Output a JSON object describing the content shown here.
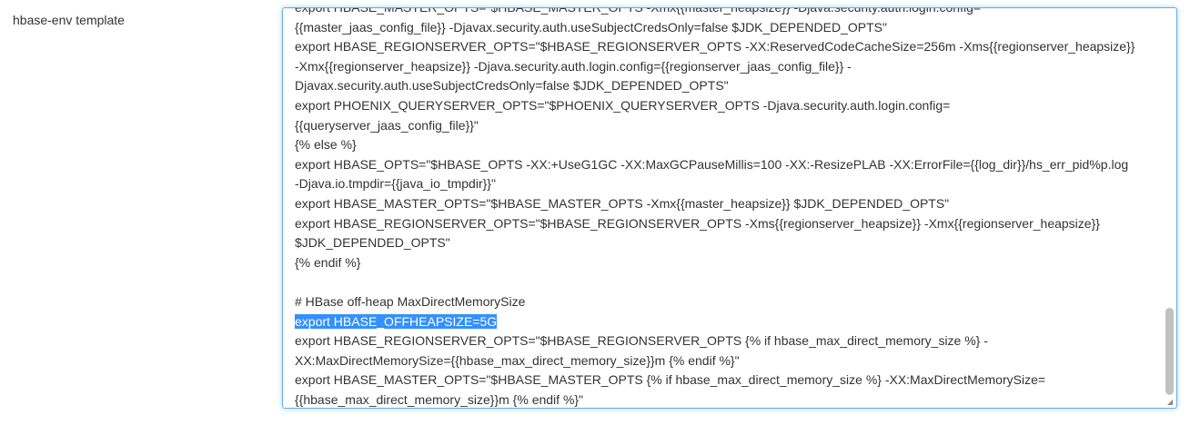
{
  "field": {
    "label": "hbase-env template"
  },
  "editor": {
    "lines": [
      "export HBASE_MASTER_OPTS=\"$HBASE_MASTER_OPTS -Xmx{{master_heapsize}} -Djava.security.auth.login.config=",
      "{{master_jaas_config_file}} -Djavax.security.auth.useSubjectCredsOnly=false $JDK_DEPENDED_OPTS\"",
      "export HBASE_REGIONSERVER_OPTS=\"$HBASE_REGIONSERVER_OPTS -XX:ReservedCodeCacheSize=256m -Xms{{regionserver_heapsize}}",
      "-Xmx{{regionserver_heapsize}} -Djava.security.auth.login.config={{regionserver_jaas_config_file}} -",
      "Djavax.security.auth.useSubjectCredsOnly=false $JDK_DEPENDED_OPTS\"",
      "export PHOENIX_QUERYSERVER_OPTS=\"$PHOENIX_QUERYSERVER_OPTS -Djava.security.auth.login.config=",
      "{{queryserver_jaas_config_file}}\"",
      "{% else %}",
      "export HBASE_OPTS=\"$HBASE_OPTS -XX:+UseG1GC -XX:MaxGCPauseMillis=100 -XX:-ResizePLAB -XX:ErrorFile={{log_dir}}/hs_err_pid%p.log",
      "-Djava.io.tmpdir={{java_io_tmpdir}}\"",
      "export HBASE_MASTER_OPTS=\"$HBASE_MASTER_OPTS -Xmx{{master_heapsize}} $JDK_DEPENDED_OPTS\"",
      "export HBASE_REGIONSERVER_OPTS=\"$HBASE_REGIONSERVER_OPTS -Xms{{regionserver_heapsize}} -Xmx{{regionserver_heapsize}}",
      "$JDK_DEPENDED_OPTS\"",
      "{% endif %}",
      "",
      "# HBase off-heap MaxDirectMemorySize",
      "export HBASE_OFFHEAPSIZE=5G",
      "export HBASE_REGIONSERVER_OPTS=\"$HBASE_REGIONSERVER_OPTS {% if hbase_max_direct_memory_size %} -",
      "XX:MaxDirectMemorySize={{hbase_max_direct_memory_size}}m {% endif %}\"",
      "export HBASE_MASTER_OPTS=\"$HBASE_MASTER_OPTS {% if hbase_max_direct_memory_size %} -XX:MaxDirectMemorySize=",
      "{{hbase_max_direct_memory_size}}m {% endif %}\""
    ],
    "selected_line": 16,
    "colors": {
      "selection": "#3390ff",
      "focus_border": "#66afe9"
    }
  }
}
